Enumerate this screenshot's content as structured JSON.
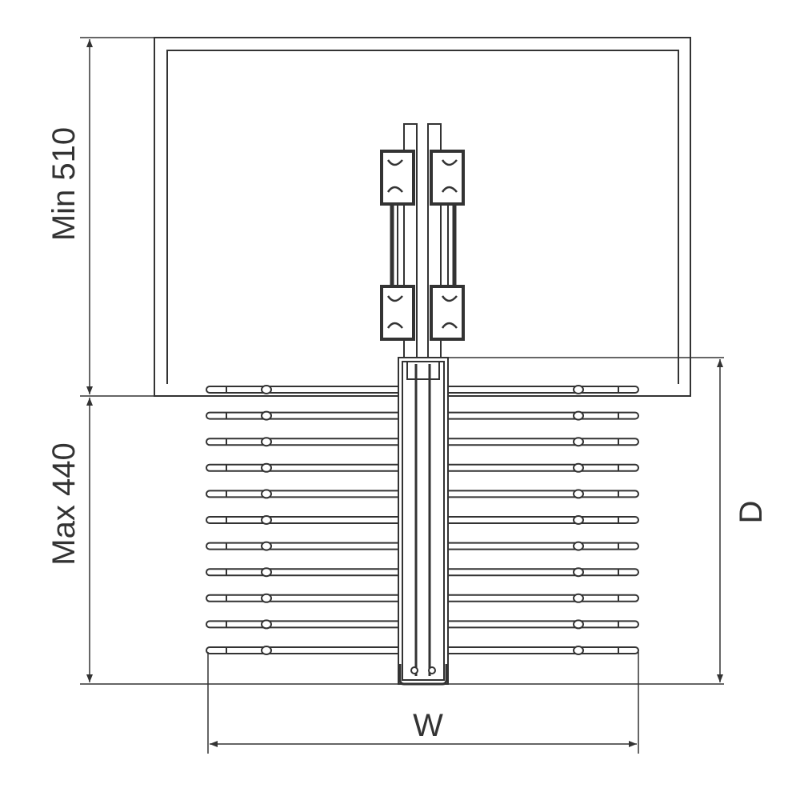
{
  "dimensions": {
    "cabinet_depth_label": "Min 510",
    "extension_label": "Max 440",
    "depth_label": "D",
    "width_label": "W"
  },
  "shelf_rod_count": 11,
  "colors": {
    "line": "#333333",
    "background": "#ffffff"
  }
}
